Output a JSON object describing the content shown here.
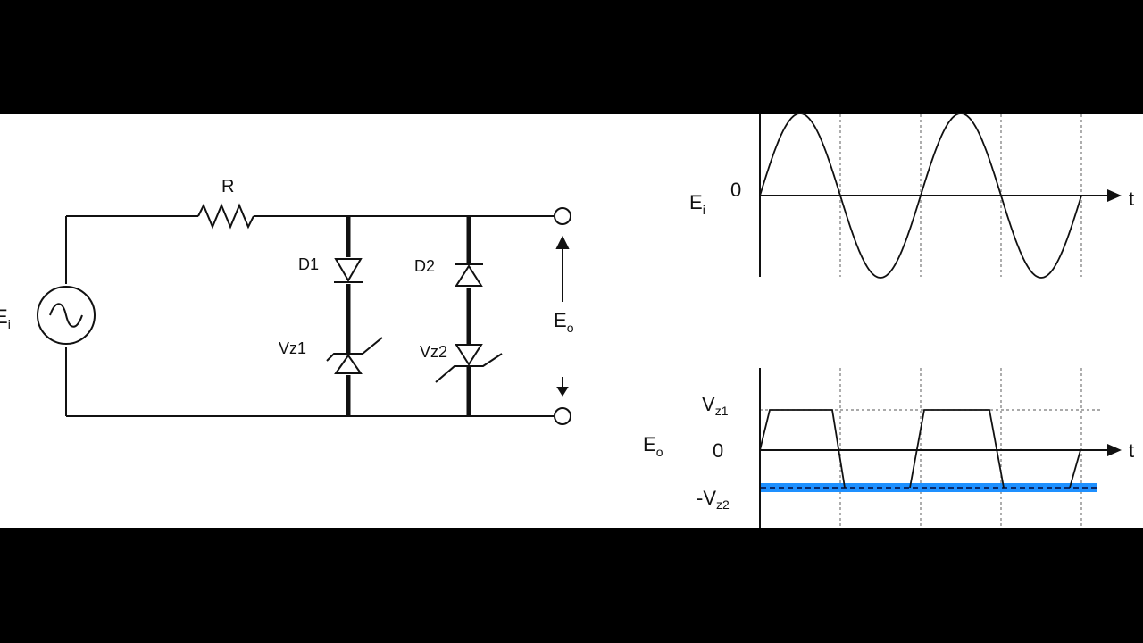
{
  "circuit": {
    "source_label": "E",
    "source_sub": "i",
    "resistor_label": "R",
    "diode1_label": "D1",
    "diode2_label": "D2",
    "zener1_label": "Vz1",
    "zener2_label": "Vz2",
    "output_label": "E",
    "output_sub": "o",
    "output_plus": "+",
    "output_minus": "-"
  },
  "input_graph": {
    "y_label": "E",
    "y_sub": "i",
    "zero_label": "0",
    "t_label": "t"
  },
  "output_graph": {
    "y_label": "E",
    "y_sub": "o",
    "vz1_label": "V",
    "vz1_sub": "z1",
    "zero_label": "0",
    "neg_vz2_label": "-V",
    "neg_vz2_sub": "z2",
    "t_label": "t"
  },
  "colors": {
    "background": "#000000",
    "panel": "#ffffff",
    "wire": "#111111",
    "highlight": "#1e90ff"
  }
}
